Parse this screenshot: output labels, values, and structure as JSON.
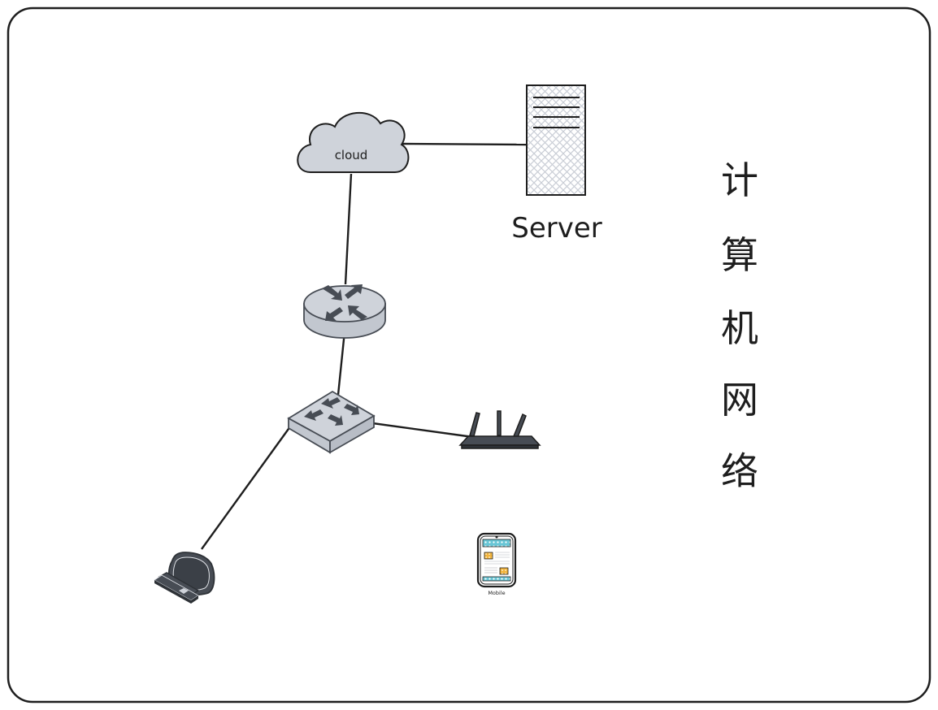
{
  "diagram": {
    "title_vertical": [
      "计",
      "算",
      "机",
      "网",
      "络"
    ],
    "title": "计算机网络",
    "nodes": {
      "cloud": {
        "label": "cloud",
        "type": "cloud"
      },
      "server": {
        "label": "Server",
        "type": "server"
      },
      "router": {
        "label": "",
        "type": "router"
      },
      "switch": {
        "label": "",
        "type": "switch"
      },
      "wifi_router": {
        "label": "",
        "type": "wireless-router"
      },
      "computer": {
        "label": "",
        "type": "desktop-computer"
      },
      "mobile": {
        "label": "Mobile",
        "type": "mobile-phone"
      }
    },
    "connections": [
      {
        "from": "cloud",
        "to": "server"
      },
      {
        "from": "cloud",
        "to": "router"
      },
      {
        "from": "router",
        "to": "switch"
      },
      {
        "from": "switch",
        "to": "wifi_router"
      },
      {
        "from": "switch",
        "to": "computer"
      }
    ],
    "colors": {
      "stroke": "#1e1e1e",
      "device_fill": "#cfd3da",
      "device_dark": "#474c54",
      "mobile_accent_blue": "#69c6d6",
      "mobile_accent_orange": "#f2b43c"
    }
  }
}
